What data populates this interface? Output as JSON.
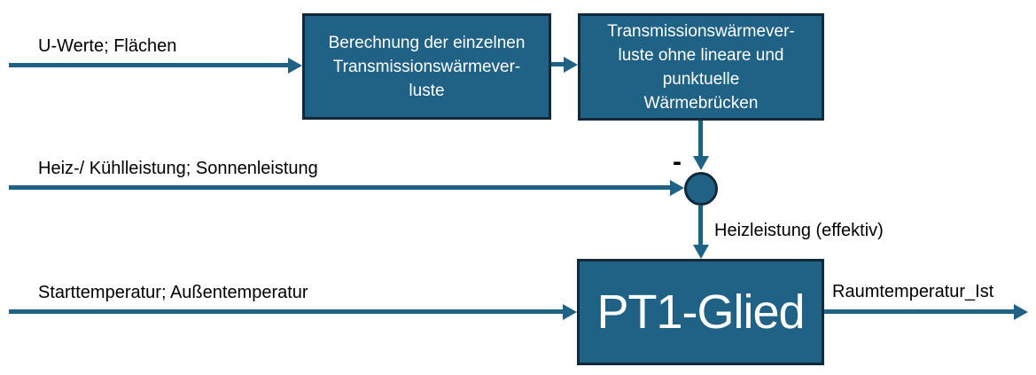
{
  "labels": {
    "input1": "U-Werte; Flächen",
    "input2": "Heiz-/ Kühlleistung; Sonnenleistung",
    "input3": "Starttemperatur; Außentemperatur",
    "junction_sign": "-",
    "effective_heating": "Heizleistung (effektiv)",
    "output": "Raumtemperatur_Ist"
  },
  "blocks": {
    "calc": "Berechnung der einzelnen\nTransmissionswärmever-\nluste",
    "losses": "Transmissionswärmever-\nluste ohne lineare und\npunktuelle\nWärmebrücken",
    "pt1": "PT1-Glied"
  },
  "colors": {
    "block_fill": "#1F6285",
    "block_border": "#12293A",
    "arrow": "#1F6285",
    "label_text": "#000000",
    "block_text": "#FFFFFF",
    "background": "#FFFFFF"
  }
}
